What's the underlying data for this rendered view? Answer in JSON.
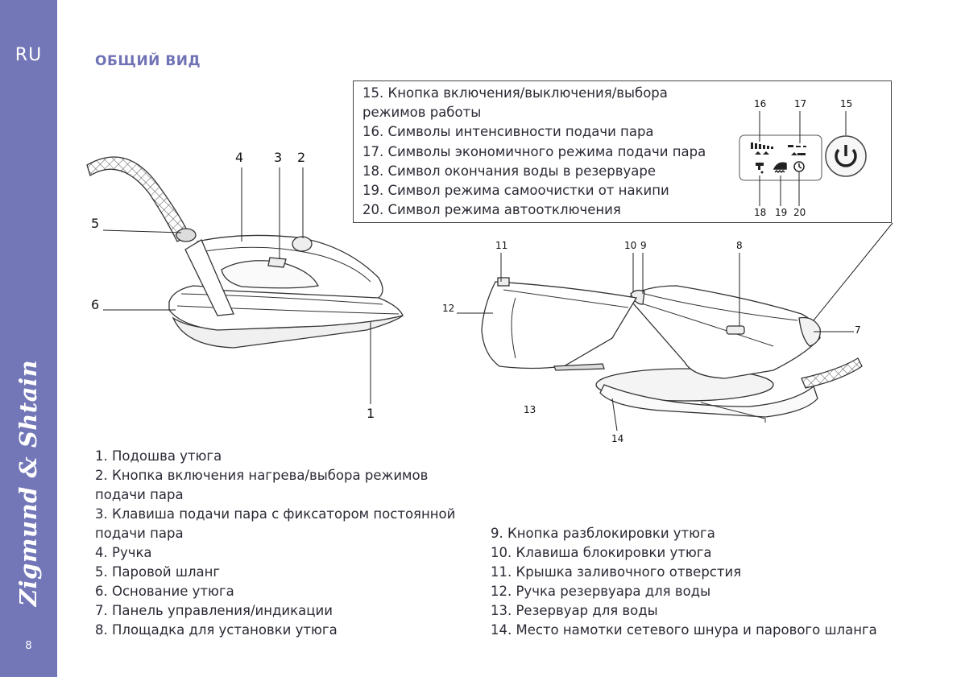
{
  "header": {
    "lang": "RU",
    "title": "ОБЩИЙ ВИД",
    "brand": "Zigmund & Shtain",
    "page_number": "8"
  },
  "control_panel_legend": [
    "15. Кнопка включения/выключения/выбора режимов работы",
    "16. Символы интенсивности подачи пара",
    "17. Символы экономичного режима подачи пара",
    "18. Символ окончания воды в резервуаре",
    "19. Символ режима самоочистки от накипи",
    "20. Символ режима автоотключения"
  ],
  "parts_left": [
    "1. Подошва утюга",
    "2. Кнопка включения нагрева/выбора режимов подачи пара",
    "3. Клавиша подачи пара с фиксатором постоянной подачи пара",
    "4. Ручка",
    "5. Паровой шланг",
    "6. Основание утюга",
    "7. Панель управления/индикации",
    "8. Площадка для установки утюга"
  ],
  "parts_right": [
    "9. Кнопка разблокировки утюга",
    "10. Клавиша блокировки утюга",
    "11. Крышка заливочного отверстия",
    "12. Ручка резервуара для воды",
    "13. Резервуар для воды",
    "14. Место намотки сетевого шнура и парового шланга"
  ],
  "callouts": {
    "n1": "1",
    "n2": "2",
    "n3": "3",
    "n4": "4",
    "n5": "5",
    "n6": "6",
    "n7": "7",
    "n8": "8",
    "n9": "9",
    "n10": "10",
    "n11": "11",
    "n12": "12",
    "n13": "13",
    "n14": "14",
    "n15": "15",
    "n16": "16",
    "n17": "17",
    "n18": "18",
    "n19": "19",
    "n20": "20"
  },
  "colors": {
    "sidebar": "#7377b7",
    "title": "#6f72b4",
    "text": "#2a2a35"
  }
}
